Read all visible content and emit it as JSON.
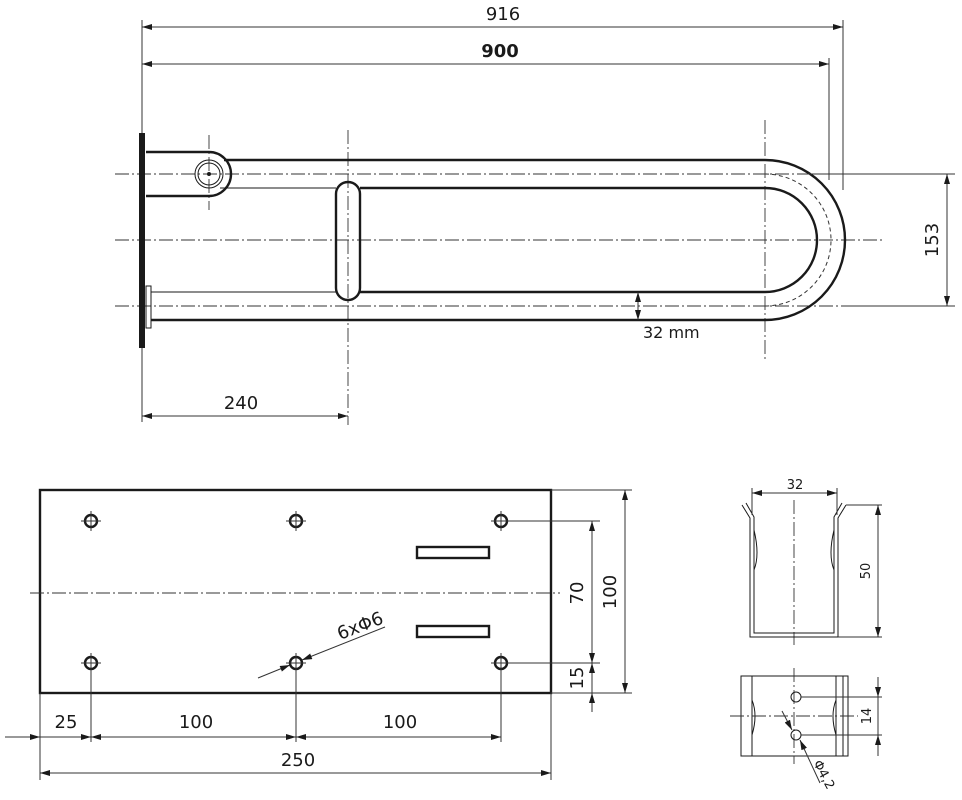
{
  "top_view": {
    "overall_length": "916",
    "length": "900",
    "height": "153",
    "tube_diameter": "32 mm",
    "grip_offset": "240"
  },
  "plate_view": {
    "width": "250",
    "height": "100",
    "hole_spacing_vertical": "70",
    "hole_edge_offset": "15",
    "hole_edge_offset_horizontal": "25",
    "hole_spacing_1": "100",
    "hole_spacing_2": "100",
    "holes": "6xΦ6"
  },
  "clip_view": {
    "width": "32",
    "height": "50",
    "hole_spacing": "14",
    "hole_diameter": "Φ4,2"
  }
}
